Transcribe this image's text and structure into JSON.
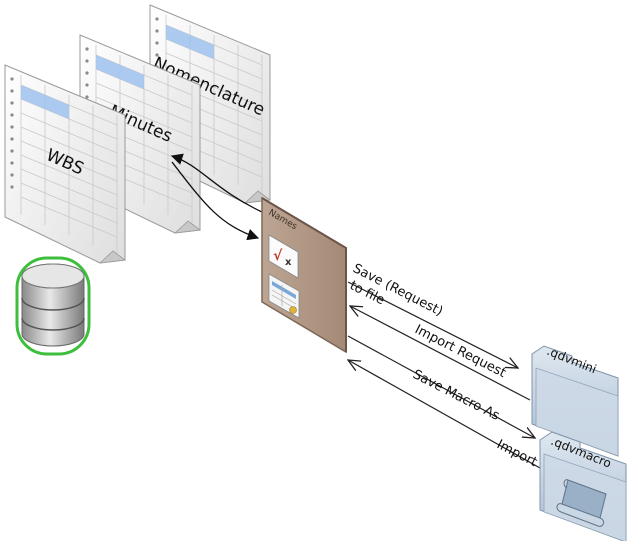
{
  "sheets": [
    {
      "label": "Nomenclature"
    },
    {
      "label": "Minutes"
    },
    {
      "label": "WBS"
    }
  ],
  "panel": {
    "title": "Names"
  },
  "folders": [
    {
      "label": ".qdvmini"
    },
    {
      "label": ".qdvmacro"
    }
  ],
  "arrows": {
    "save_request": "Save (Request)",
    "to_file": "to file",
    "import_request": "Import Request",
    "save_macro_as": "Save Macro As",
    "import": "Import"
  },
  "colors": {
    "panel": "#b09682",
    "panel_border": "#7d6657",
    "folder": "#b8c9db",
    "database_ring": "#3dbf3d",
    "sheet_highlight": "#9fc2ee"
  }
}
